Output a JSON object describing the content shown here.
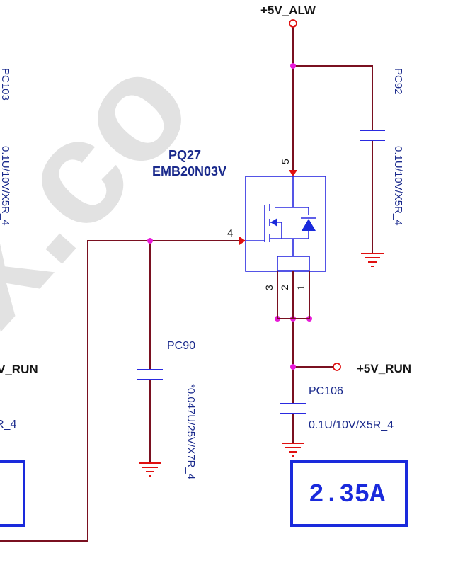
{
  "watermark": "x.co",
  "colors": {
    "wire": "#7a1020",
    "junction": "#e81ad8",
    "arrow": "#e01010",
    "component_blue": "#2a2ae0",
    "label_blue": "#1a2a8c",
    "box_blue": "#1a2adc",
    "watermark": "#dcdcdc"
  },
  "nets": {
    "supply_top": "+5V_ALW",
    "supply_out": "+5V_RUN",
    "left_net_partial": "V_RUN"
  },
  "transistor": {
    "ref": "PQ27",
    "part": "EMB20N03V",
    "pins": [
      "5",
      "4",
      "3",
      "2",
      "1"
    ]
  },
  "capacitors": [
    {
      "ref": "PC92",
      "value": "0.1U/10V/X5R_4"
    },
    {
      "ref": "PC90",
      "value": "*0.047U/25V/X7R_4"
    },
    {
      "ref": "PC106",
      "value": "0.1U/10V/X5R_4"
    },
    {
      "ref": "PC103",
      "value": "0.1U/10V/X5R_4"
    }
  ],
  "left_partial_value": "R_4",
  "current_box": "2.35A"
}
